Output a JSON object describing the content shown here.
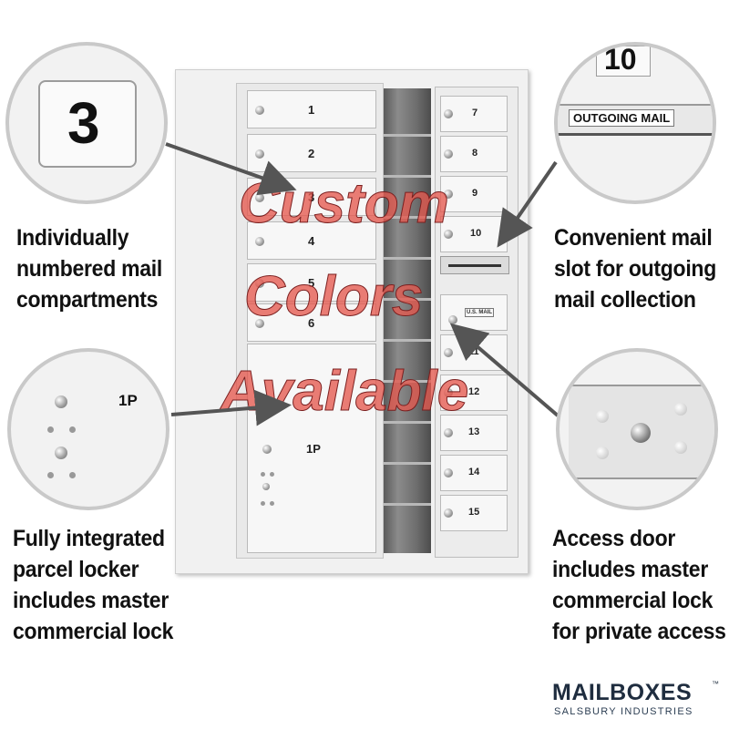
{
  "callouts": {
    "top_left_caption": [
      "Individually",
      "numbered mail",
      "compartments"
    ],
    "top_left_detail_number": "3",
    "top_right_caption": [
      "Convenient mail",
      "slot for outgoing",
      "mail collection"
    ],
    "top_right_detail_number": "10",
    "top_right_detail_label": "OUTGOING MAIL",
    "bottom_left_caption": [
      "Fully integrated",
      "parcel locker",
      "includes master",
      "commercial lock"
    ],
    "bottom_left_detail_label": "1P",
    "bottom_right_caption": [
      "Access door",
      "includes master",
      "commercial lock",
      "for private access"
    ]
  },
  "cabinet": {
    "left_doors": [
      "1",
      "2",
      "3",
      "4",
      "5",
      "6"
    ],
    "parcel_door": "1P",
    "right_doors_top": [
      "7",
      "8",
      "9",
      "10"
    ],
    "right_doors_bottom": [
      "11",
      "12",
      "13",
      "14",
      "15"
    ],
    "access_door_label": "U.S. MAIL"
  },
  "watermark": [
    "Custom",
    "Colors",
    "Available"
  ],
  "logo": {
    "name": "MAILBOXES",
    "tagline": "SALSBURY INDUSTRIES",
    "mark": "™"
  },
  "colors": {
    "watermark": "#e65a50",
    "logo": "#1f2d3f",
    "arrow": "#555555"
  }
}
